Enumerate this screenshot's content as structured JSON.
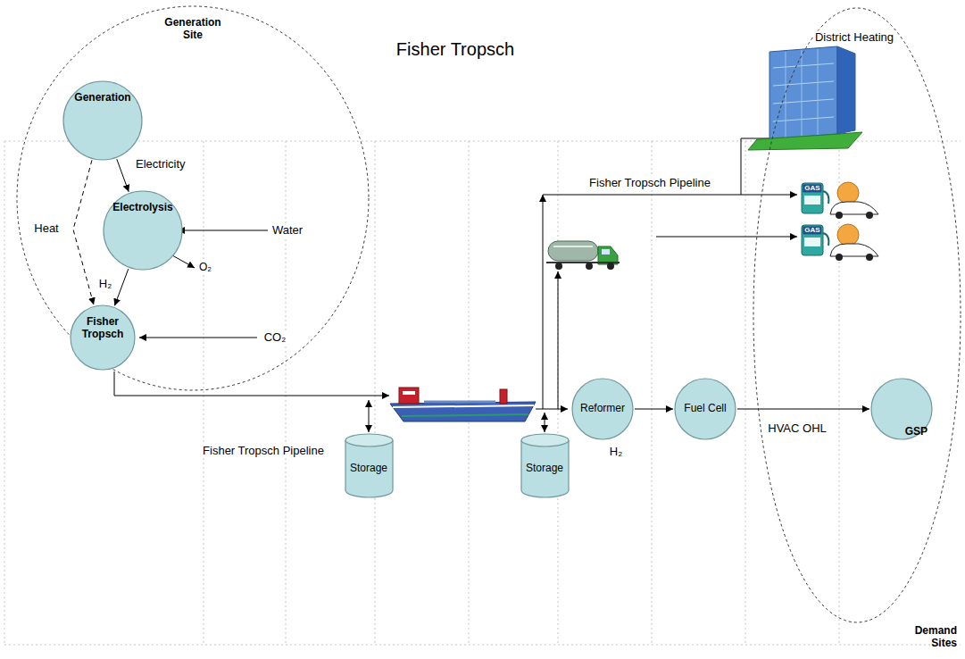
{
  "diagram": {
    "title": "Fisher Tropsch",
    "nodes": [
      {
        "text": [
          "Generation Site"
        ]
      },
      {
        "text": [
          "Generation"
        ],
        "in": 0
      },
      {
        "text": [
          "Electrolysis"
        ],
        "in": 0
      },
      {
        "text": [
          "Fisher Tropsch"
        ],
        "in": 0
      },
      {
        "text": [
          "Storage"
        ]
      },
      {
        "text": [
          "Storage"
        ]
      },
      {
        "text": [
          "Reformer"
        ]
      },
      {
        "text": [
          "Fuel Cell"
        ]
      },
      {
        "text": [
          "Demand Sites"
        ]
      },
      {
        "text": [
          "GSP"
        ],
        "in": 8
      }
    ],
    "edges": [
      {
        "from": 1,
        "to": 2,
        "label": "Electricity",
        "arrow": "to"
      },
      {
        "from": 1,
        "to": 3,
        "label": "Heat",
        "arrow": "to"
      },
      {
        "from": 2,
        "to": 3,
        "label": "H₂",
        "arrow": "to"
      },
      {
        "from": 6,
        "to": 7,
        "label": "H₂",
        "arrow": "to"
      },
      {
        "from": 7,
        "to": 9,
        "label": "HVAC OHL",
        "arrow": "to"
      }
    ],
    "labels": [
      "Water",
      "O₂",
      "CO₂",
      "Fisher Tropsch Pipeline",
      "Fisher Tropsch Pipeline",
      "District Heating",
      "GAS",
      "GAS"
    ]
  }
}
